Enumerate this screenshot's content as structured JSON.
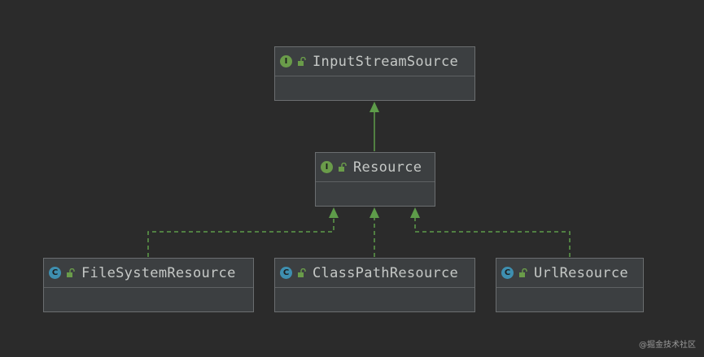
{
  "nodes": {
    "input_stream_source": {
      "name": "InputStreamSource",
      "kind_letter": "I",
      "kind": "interface"
    },
    "resource": {
      "name": "Resource",
      "kind_letter": "I",
      "kind": "interface"
    },
    "file_system_resource": {
      "name": "FileSystemResource",
      "kind_letter": "C",
      "kind": "class"
    },
    "class_path_resource": {
      "name": "ClassPathResource",
      "kind_letter": "C",
      "kind": "class"
    },
    "url_resource": {
      "name": "UrlResource",
      "kind_letter": "C",
      "kind": "class"
    }
  },
  "edges": [
    {
      "from": "resource",
      "to": "input_stream_source",
      "type": "extends",
      "style": "solid"
    },
    {
      "from": "file_system_resource",
      "to": "resource",
      "type": "implements",
      "style": "dashed"
    },
    {
      "from": "class_path_resource",
      "to": "resource",
      "type": "implements",
      "style": "dashed"
    },
    {
      "from": "url_resource",
      "to": "resource",
      "type": "implements",
      "style": "dashed"
    }
  ],
  "colors": {
    "background": "#2b2b2b",
    "edge": "#5e9c4a",
    "interface_badge": "#6a9c4a",
    "class_badge": "#3e8fb0"
  },
  "watermark": "@掘金技术社区"
}
